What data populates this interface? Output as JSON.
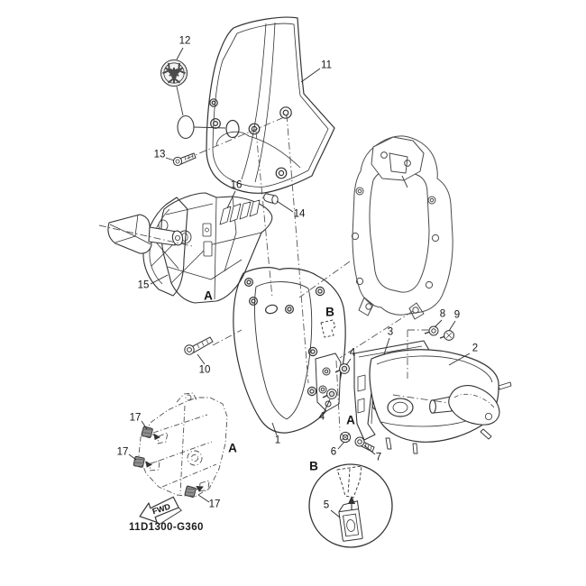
{
  "diagram": {
    "part_code": "11D1300-G360",
    "fwd_label": "FWD",
    "markers": [
      {
        "label": "12"
      },
      {
        "label": "11"
      },
      {
        "label": "13"
      },
      {
        "label": "16"
      },
      {
        "label": "14"
      },
      {
        "label": "15"
      },
      {
        "label": "10"
      },
      {
        "label": "1"
      },
      {
        "label": "17"
      },
      {
        "label": "17"
      },
      {
        "label": "17"
      },
      {
        "label": "8"
      },
      {
        "label": "9"
      },
      {
        "label": "3"
      },
      {
        "label": "2"
      },
      {
        "label": "4"
      },
      {
        "label": "4"
      },
      {
        "label": "6"
      },
      {
        "label": "7"
      },
      {
        "label": "5"
      },
      {
        "label": "A"
      },
      {
        "label": "A"
      },
      {
        "label": "A"
      },
      {
        "label": "B"
      },
      {
        "label": "B"
      }
    ]
  }
}
